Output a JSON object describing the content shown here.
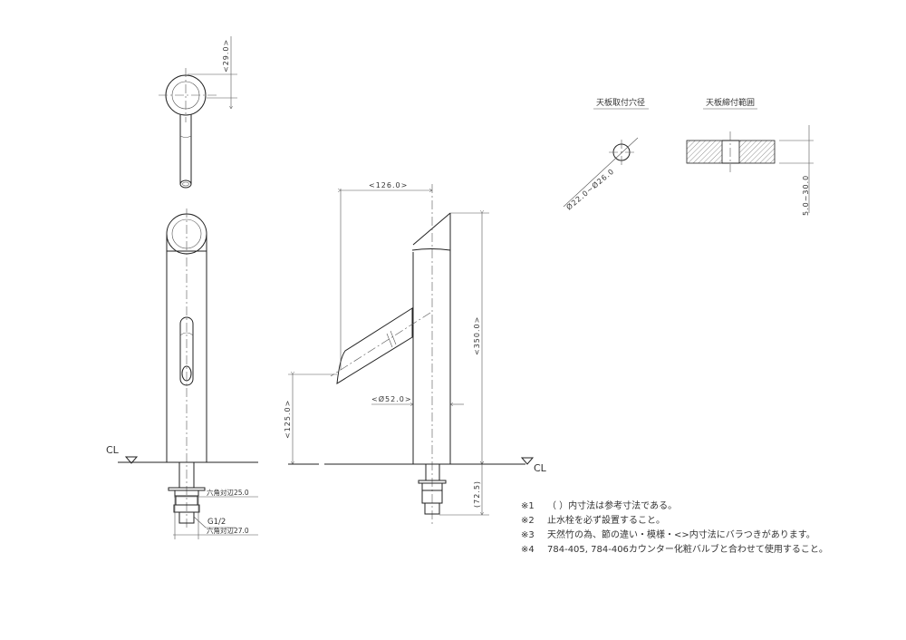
{
  "front_view": {
    "top_dim": "<29.0>",
    "cl_label": "CL",
    "hex_25": "六角対辺25.0",
    "thread": "G1/2",
    "hex_27": "六角対辺27.0"
  },
  "side_view": {
    "spout_reach": "<126.0>",
    "height": "<350.0>",
    "spout_height": "<125.0>",
    "diameter": "<Ø52.0>",
    "below_counter": "(72.5)",
    "cl_label": "CL"
  },
  "detail": {
    "hole_title": "天板取付穴径",
    "hole_dim": "Ø22.0~Ø26.0",
    "thickness_title": "天板締付範囲",
    "thickness_dim": "5.0~30.0"
  },
  "notes": [
    {
      "mark": "※1",
      "text": "（ ）内寸法は参考寸法である。"
    },
    {
      "mark": "※2",
      "text": "止水栓を必ず設置すること。"
    },
    {
      "mark": "※3",
      "text": "天然竹の為、節の違い・模様・<>内寸法にバラつきがあります。"
    },
    {
      "mark": "※4",
      "text": "784-405, 784-406カウンター化粧バルブと合わせて使用すること。"
    }
  ]
}
